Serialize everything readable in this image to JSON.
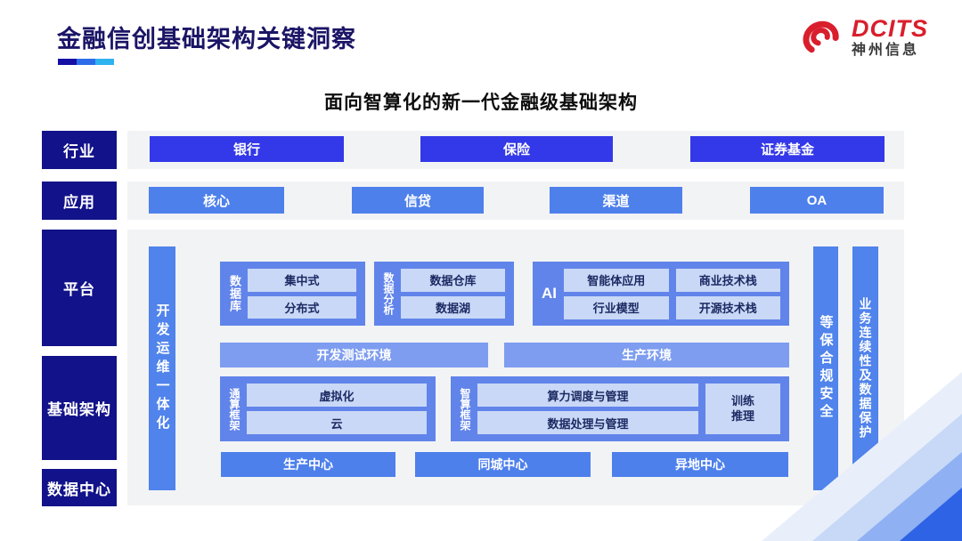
{
  "header": {
    "title": "金融信创基础架构关键洞察",
    "logo_brand": "DCITS",
    "logo_company": "神州信息"
  },
  "subtitle": "面向智算化的新一代金融级基础架构",
  "sidebar_labels": [
    "行业",
    "应用",
    "平台",
    "基础架构",
    "数据中心"
  ],
  "industries": [
    "银行",
    "保险",
    "证券基金"
  ],
  "applications": [
    "核心",
    "信贷",
    "渠道",
    "OA"
  ],
  "platform": {
    "devops": "开发运维一体化",
    "database": {
      "label": "数据库",
      "items": [
        "集中式",
        "分布式"
      ]
    },
    "analytics": {
      "label": "数据分析",
      "items": [
        "数据仓库",
        "数据湖"
      ]
    },
    "ai": {
      "label": "AI",
      "items": [
        "智能体应用",
        "商业技术栈",
        "行业模型",
        "开源技术栈"
      ]
    },
    "environments": [
      "开发测试环境",
      "生产环境"
    ],
    "general_framework": {
      "label": "通算框架",
      "items": [
        "虚拟化",
        "云"
      ]
    },
    "intelligent_framework": {
      "label": "智算框架",
      "items": [
        "算力调度与管理",
        "数据处理与管理"
      ],
      "side": "训练\n推理"
    },
    "centers": [
      "生产中心",
      "同城中心",
      "异地中心"
    ],
    "security": "等保合规安全",
    "continuity": "业务连续性及数据保护"
  },
  "colors": {
    "dark_navy": "#12128a",
    "royal_blue": "#3338e8",
    "primary_blue": "#4e80ec",
    "bar_blue": "#5083eb",
    "group_blue": "#6184ea",
    "env_blue": "#7e9df0",
    "light_box": "#c9d8f6",
    "strip_gray": "#f2f3f4",
    "brand_red": "#d91f2c",
    "title_navy": "#1b1566",
    "underline": [
      "#150fa4",
      "#2d6ce8",
      "#2fb2f0"
    ]
  }
}
